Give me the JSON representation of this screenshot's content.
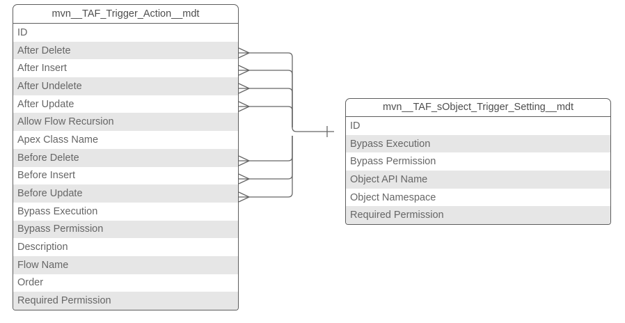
{
  "diagram": {
    "type": "entity-relationship-diagram",
    "background_color": "#ffffff",
    "line_color": "#666666",
    "border_color": "#5c5c5c",
    "text_color": "#666666",
    "row_shade_color": "#e6e6e6",
    "row_plain_color": "#ffffff"
  },
  "entities": [
    {
      "id": "trigger-action",
      "title": "mvn__TAF_Trigger_Action__mdt",
      "attributes": [
        "ID",
        "After Delete",
        "After Insert",
        "After Undelete",
        "After Update",
        "Allow Flow Recursion",
        "Apex Class Name",
        "Before Delete",
        "Before Insert",
        "Before Update",
        "Bypass Execution",
        "Bypass Permission",
        "Description",
        "Flow Name",
        "Order",
        "Required Permission"
      ]
    },
    {
      "id": "sobject-trigger-setting",
      "title": "mvn__TAF_sObject_Trigger_Setting__mdt",
      "attributes": [
        "ID",
        "Bypass Execution",
        "Bypass Permission",
        "Object API Name",
        "Object Namespace",
        "Required Permission"
      ]
    }
  ],
  "relationships": [
    {
      "name": "after-delete-to-id",
      "from_entity": "trigger-action",
      "from_attribute": "After Delete",
      "to_entity": "sobject-trigger-setting",
      "to_attribute": "ID",
      "from_cardinality": "many",
      "to_cardinality": "one"
    },
    {
      "name": "after-insert-to-id",
      "from_entity": "trigger-action",
      "from_attribute": "After Insert",
      "to_entity": "sobject-trigger-setting",
      "to_attribute": "ID",
      "from_cardinality": "many",
      "to_cardinality": "one"
    },
    {
      "name": "after-undelete-to-id",
      "from_entity": "trigger-action",
      "from_attribute": "After Undelete",
      "to_entity": "sobject-trigger-setting",
      "to_attribute": "ID",
      "from_cardinality": "many",
      "to_cardinality": "one"
    },
    {
      "name": "after-update-to-id",
      "from_entity": "trigger-action",
      "from_attribute": "After Update",
      "to_entity": "sobject-trigger-setting",
      "to_attribute": "ID",
      "from_cardinality": "many",
      "to_cardinality": "one"
    },
    {
      "name": "before-delete-to-id",
      "from_entity": "trigger-action",
      "from_attribute": "Before Delete",
      "to_entity": "sobject-trigger-setting",
      "to_attribute": "ID",
      "from_cardinality": "many",
      "to_cardinality": "one"
    },
    {
      "name": "before-insert-to-id",
      "from_entity": "trigger-action",
      "from_attribute": "Before Insert",
      "to_entity": "sobject-trigger-setting",
      "to_attribute": "ID",
      "from_cardinality": "many",
      "to_cardinality": "one"
    },
    {
      "name": "before-update-to-id",
      "from_entity": "trigger-action",
      "from_attribute": "Before Update",
      "to_entity": "sobject-trigger-setting",
      "to_attribute": "ID",
      "from_cardinality": "many",
      "to_cardinality": "one"
    }
  ]
}
